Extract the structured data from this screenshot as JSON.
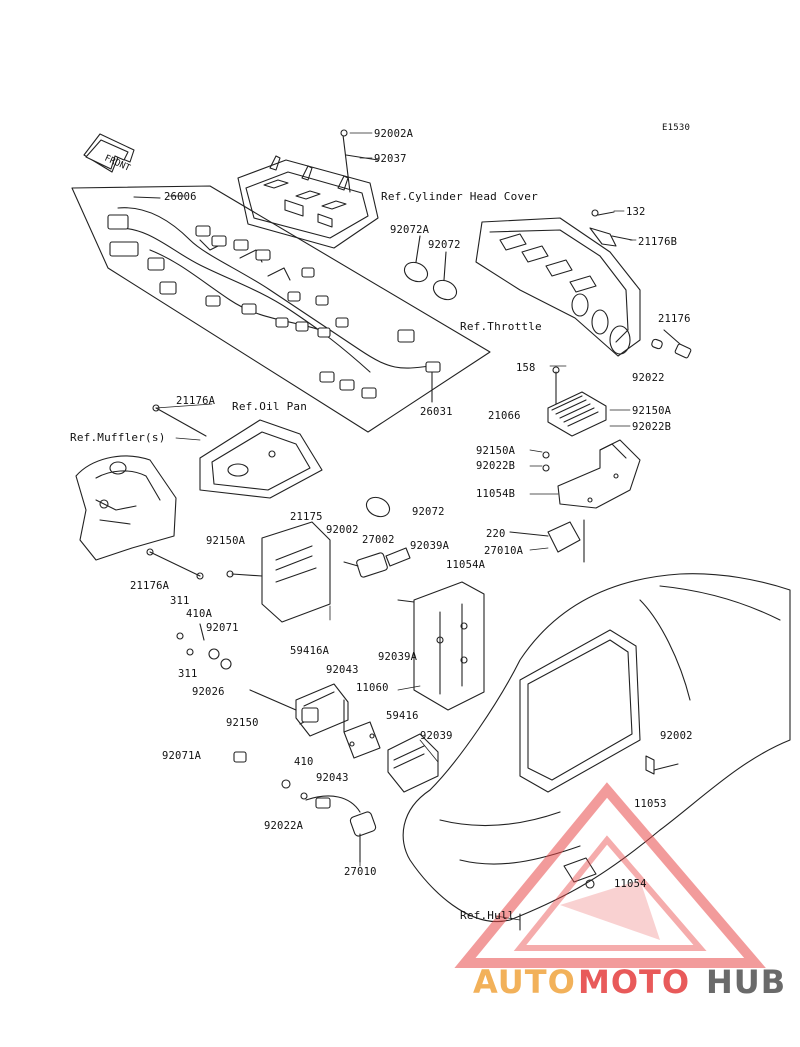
{
  "diagram_id": "E1530",
  "front_label": "FRONT",
  "refs": {
    "cylinder_head_cover": "Ref.Cylinder Head Cover",
    "throttle": "Ref.Throttle",
    "oil_pan": "Ref.Oil Pan",
    "mufflers": "Ref.Muffler(s)",
    "hull": "Ref.Hull"
  },
  "part_labels": {
    "p92002A": "92002A",
    "p92037": "92037",
    "p26006": "26006",
    "p92072A": "92072A",
    "p92072_top": "92072",
    "p132": "132",
    "p21176B": "21176B",
    "p21176": "21176",
    "p92022": "92022",
    "p26031": "26031",
    "p158": "158",
    "p21066": "21066",
    "p92150A_right": "92150A",
    "p92022B_right": "92022B",
    "p92150A_mid": "92150A",
    "p92022B_mid": "92022B",
    "p11054B": "11054B",
    "p220": "220",
    "p27010A": "27010A",
    "p21176A_top": "21176A",
    "p21175": "21175",
    "p92072_mid": "92072",
    "p92150A_left": "92150A",
    "p92002_mid": "92002",
    "p27002": "27002",
    "p92039A_top": "92039A",
    "p11054A": "11054A",
    "p21176A_bottom": "21176A",
    "p311_top": "311",
    "p410A": "410A",
    "p92071": "92071",
    "p311_bottom": "311",
    "p92026": "92026",
    "p59416A": "59416A",
    "p92043_top": "92043",
    "p92039A_mid": "92039A",
    "p11060": "11060",
    "p92150": "92150",
    "p59416": "59416",
    "p92039": "92039",
    "p92071A": "92071A",
    "p410": "410",
    "p92043_bottom": "92043",
    "p92022A": "92022A",
    "p27010": "27010",
    "p92002_right": "92002",
    "p11053": "11053",
    "p11054": "11054"
  },
  "watermark": {
    "auto": "AUTO",
    "moto": "MOTO",
    "hub": "HUB",
    "colors": {
      "auto": "#f2b15a",
      "moto": "#e85a5a",
      "hub": "#6a6a6a",
      "triangle": "#e84848"
    }
  }
}
